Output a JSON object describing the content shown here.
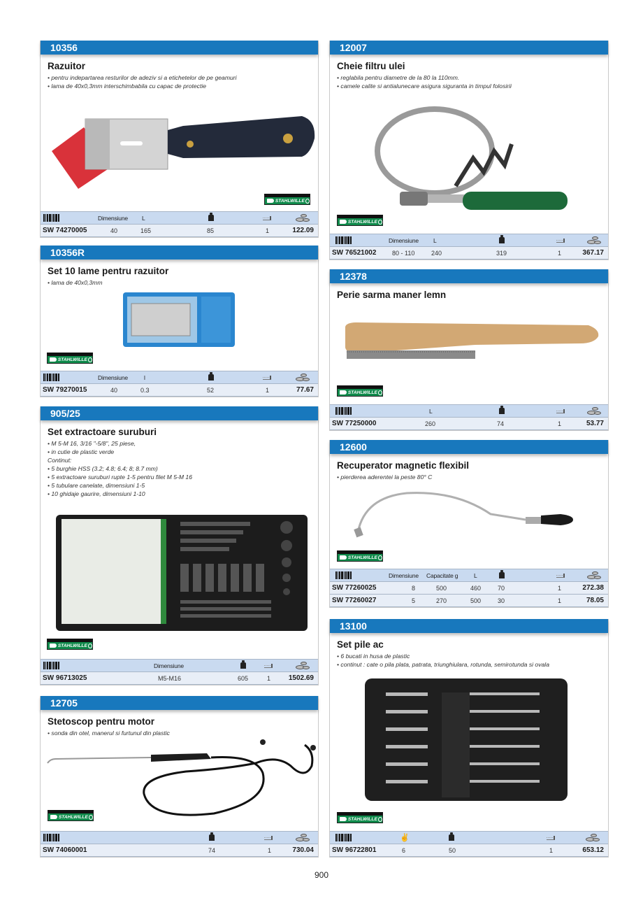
{
  "page_number": "900",
  "brand_logo": "STAHLWILLE",
  "colors": {
    "header_blue": "#1878bd",
    "spec_header": "#c9daf0",
    "spec_row": "#e8eef7",
    "logo_green": "#0f8a4b"
  },
  "icons": {
    "barcode": "barcode-icon",
    "weight": "weight-icon",
    "pack_qty": "package-quantity-icon",
    "price": "coins-icon",
    "pieces": "hand-pieces-icon"
  },
  "products": [
    {
      "code": "10356",
      "title": "Razuitor",
      "desc": [
        "• pentru indepartarea resturilor de adeziv si a etichetelor de pe geamuri",
        "• lama de 40x0,3mm interschimbabila cu capac de protectie"
      ],
      "columns": [
        "Dimensiune",
        "L"
      ],
      "rows": [
        {
          "sku": "SW 74270005",
          "values": [
            "40",
            "165"
          ],
          "weight": "85",
          "qty": "1",
          "price": "122.09"
        }
      ]
    },
    {
      "code": "10356R",
      "title": "Set 10 lame pentru razuitor",
      "desc": [
        "• lama de 40x0,3mm"
      ],
      "columns": [
        "Dimensiune",
        "l"
      ],
      "rows": [
        {
          "sku": "SW 79270015",
          "values": [
            "40",
            "0.3"
          ],
          "weight": "52",
          "qty": "1",
          "price": "77.67"
        }
      ]
    },
    {
      "code": "905/25",
      "title": "Set extractoare suruburi",
      "desc": [
        "• M 5-M 16, 3/16 \"-5/8\", 25 piese,",
        "• in cutie de plastic verde",
        "Continut:",
        "• 5 burghie HSS (3.2; 4.8; 6.4; 8; 8.7 mm)",
        "• 5 extractoare suruburi rupte 1-5 pentru filet M 5-M 16",
        "• 5 tubulare canelate, dimensiuni 1-5",
        "• 10 ghidaje gaurire, dimensiuni 1-10"
      ],
      "columns": [
        "Dimensiune"
      ],
      "rows": [
        {
          "sku": "SW 96713025",
          "values": [
            "M5-M16"
          ],
          "weight": "605",
          "qty": "1",
          "price": "1502.69"
        }
      ]
    },
    {
      "code": "12705",
      "title": "Stetoscop pentru motor",
      "desc": [
        "• sonda din otel, manerul  si furtunul din plastic"
      ],
      "columns": [],
      "rows": [
        {
          "sku": "SW 74060001",
          "values": [],
          "weight": "74",
          "qty": "1",
          "price": "730.04"
        }
      ]
    },
    {
      "code": "12007",
      "title": "Cheie filtru ulei",
      "desc": [
        "• reglabila pentru diametre de la 80 la 110mm.",
        "• camele calite si antialunecare asigura siguranta in timpul folosirii"
      ],
      "columns": [
        "Dimensiune",
        "L"
      ],
      "rows": [
        {
          "sku": "SW 76521002",
          "values": [
            "80 - 110",
            "240"
          ],
          "weight": "319",
          "qty": "1",
          "price": "367.17"
        }
      ]
    },
    {
      "code": "12378",
      "title": "Perie sarma maner lemn",
      "desc": [],
      "columns": [
        "L"
      ],
      "rows": [
        {
          "sku": "SW 77250000",
          "values": [
            "260"
          ],
          "weight": "74",
          "qty": "1",
          "price": "53.77"
        }
      ]
    },
    {
      "code": "12600",
      "title": "Recuperator magnetic flexibil",
      "desc": [
        "• pierderea aderentei la peste 80° C"
      ],
      "columns": [
        "Dimensiune",
        "Capacitate g",
        "L"
      ],
      "rows": [
        {
          "sku": "SW 77260025",
          "values": [
            "8",
            "500",
            "460"
          ],
          "weight": "70",
          "qty": "1",
          "price": "272.38"
        },
        {
          "sku": "SW 77260027",
          "values": [
            "5",
            "270",
            "500"
          ],
          "weight": "30",
          "qty": "1",
          "price": "78.05"
        }
      ]
    },
    {
      "code": "13100",
      "title": "Set pile ac",
      "desc": [
        "• 6 bucati in husa de plastic",
        "• continut : cate o pila plata, patrata, triunghiulara, rotunda, semirotunda si ovala"
      ],
      "columns": [],
      "rows": [
        {
          "sku": "SW 96722801",
          "pieces": "6",
          "weight": "50",
          "qty": "1",
          "price": "653.12"
        }
      ]
    }
  ]
}
